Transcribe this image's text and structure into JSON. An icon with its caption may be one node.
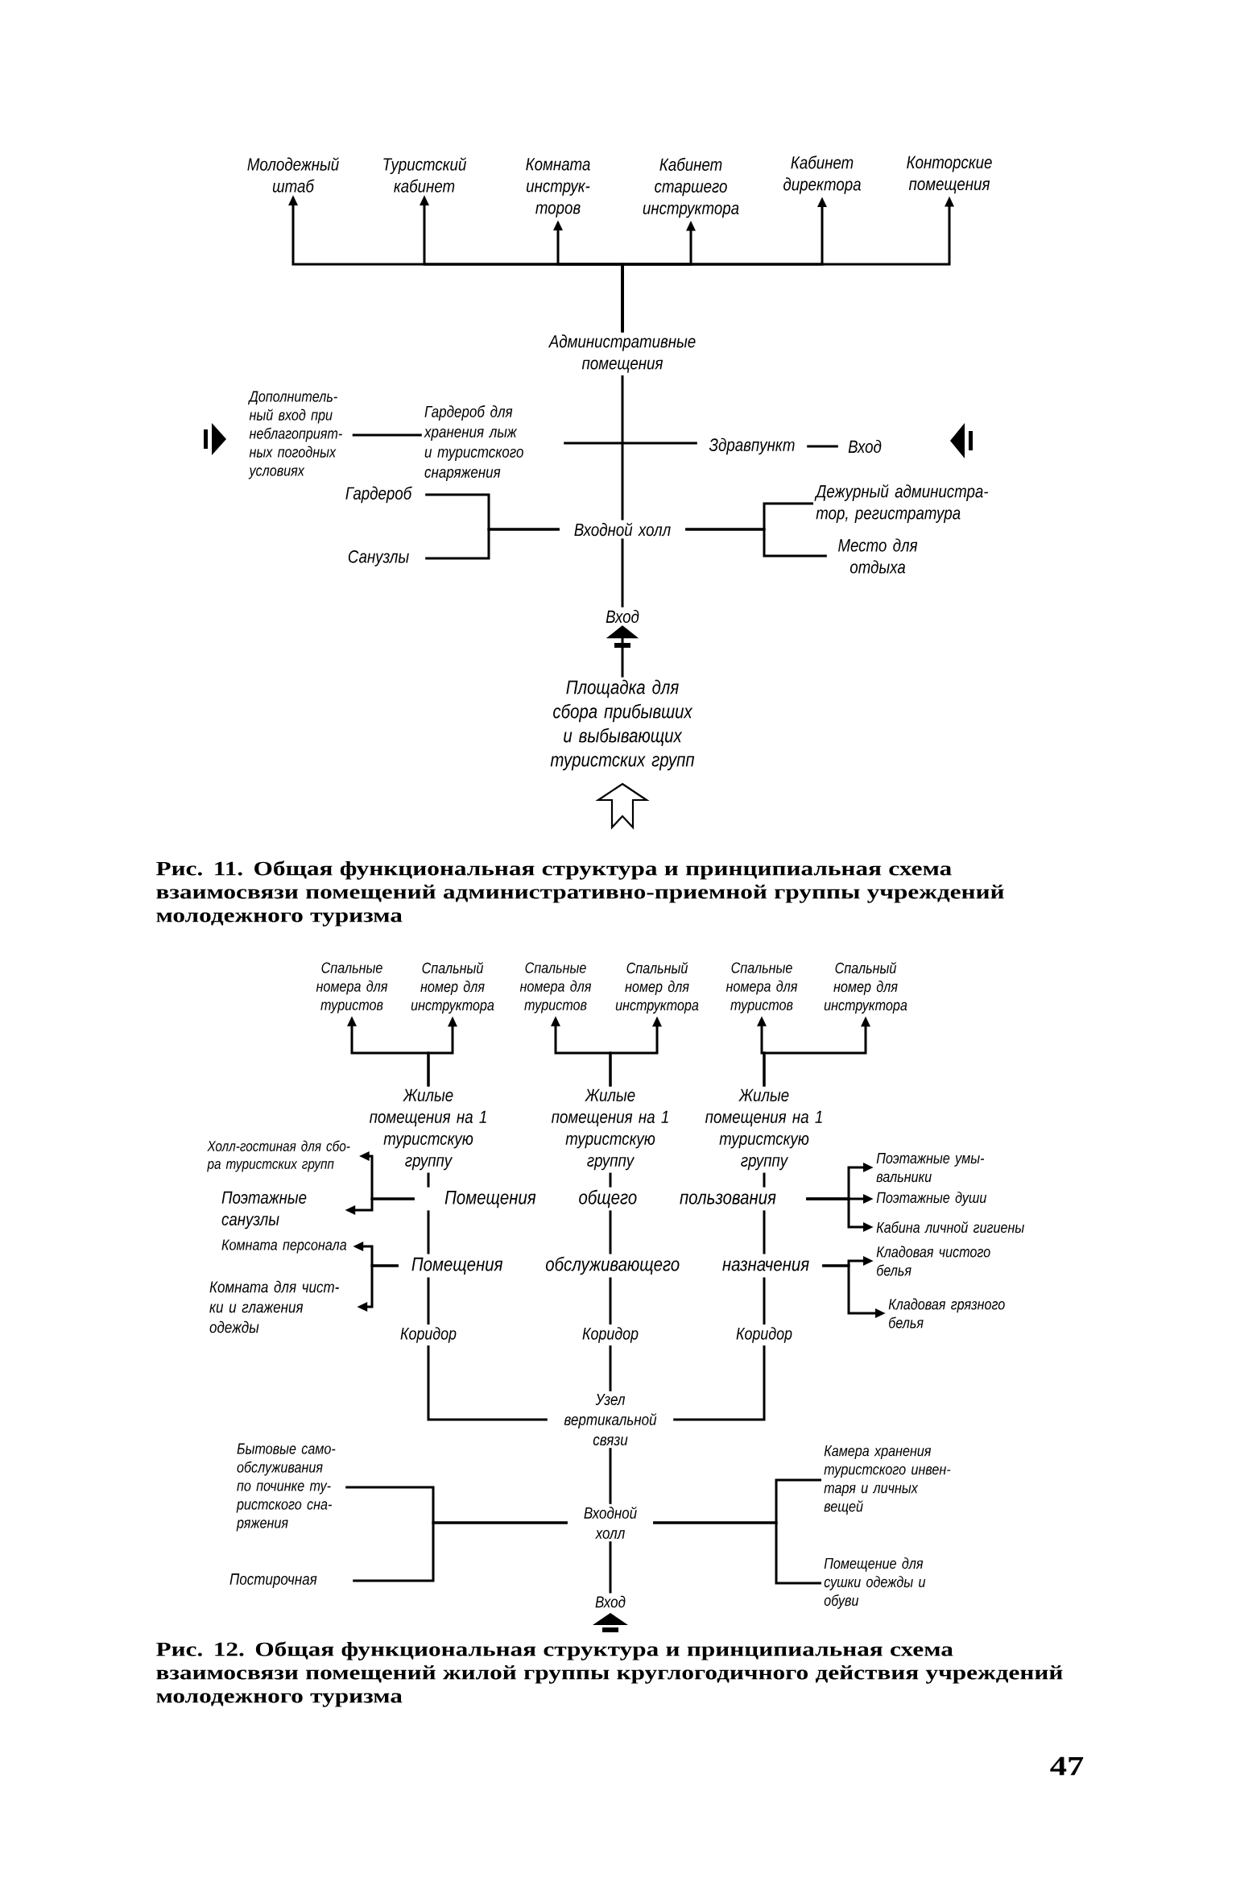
{
  "diagram": {
    "nodes": [
      {
        "text": [
          "Молодежный штаб"
        ]
      },
      {
        "text": [
          "Туристский кабинет"
        ]
      },
      {
        "text": [
          "Комната инструк- торов"
        ]
      },
      {
        "text": [
          "Кабинет старшего инструктора"
        ]
      },
      {
        "text": [
          "Кабинет директора"
        ]
      },
      {
        "text": [
          "Конторские помещения"
        ]
      },
      {
        "text": [
          "Административные помещения"
        ]
      },
      {
        "text": [
          "Дополнитель- ный вход при неблагоприят- ных погодных условиях"
        ]
      },
      {
        "text": [
          "Гардероб для хранения лыж и туристского снаряжения"
        ]
      },
      {
        "text": [
          "Здравпункт"
        ]
      },
      {
        "text": [
          "Вход"
        ]
      },
      {
        "text": [
          "Гардероб"
        ]
      },
      {
        "text": [
          "Санузлы"
        ]
      },
      {
        "text": [
          "Входной холл"
        ]
      },
      {
        "text": [
          "Дежурный администра- тор, регистратура"
        ]
      },
      {
        "text": [
          "Место для отдыха"
        ]
      },
      {
        "text": [
          "Вход"
        ]
      },
      {
        "text": [
          "Площадка для сбора прибывших и выбывающих туристских групп"
        ]
      },
      {
        "text": [
          "Спальные номера для туристов"
        ]
      },
      {
        "text": [
          "Спальный номер для инструктора"
        ]
      },
      {
        "text": [
          "Спальные номера для туристов"
        ]
      },
      {
        "text": [
          "Спальный номер для инструктора"
        ]
      },
      {
        "text": [
          "Спальные номера для туристов"
        ]
      },
      {
        "text": [
          "Спальный номер для инструктора"
        ]
      },
      {
        "text": [
          "Жилые помещения на 1 туристскую группу"
        ]
      },
      {
        "text": [
          "Жилые помещения на 1 туристскую группу"
        ]
      },
      {
        "text": [
          "Жилые помещения на 1 туристскую группу"
        ]
      },
      {
        "text": [
          "Помещения общего пользования"
        ]
      },
      {
        "text": [
          "Помещения обслуживающего назначения"
        ]
      },
      {
        "text": [
          "Коридор"
        ]
      },
      {
        "text": [
          "Коридор"
        ]
      },
      {
        "text": [
          "Коридор"
        ]
      },
      {
        "text": [
          "Узел вертикальной связи"
        ]
      },
      {
        "text": [
          "Холл-гостиная для сбо- ра туристских групп"
        ]
      },
      {
        "text": [
          "Поэтажные санузлы"
        ]
      },
      {
        "text": [
          "Комната персонала"
        ]
      },
      {
        "text": [
          "Комната для чист- ки и глажения одежды"
        ]
      },
      {
        "text": [
          "Поэтажные умы- вальники"
        ]
      },
      {
        "text": [
          "Поэтажные души"
        ]
      },
      {
        "text": [
          "Кабина личной гигиены"
        ]
      },
      {
        "text": [
          "Кладовая чистого белья"
        ]
      },
      {
        "text": [
          "Кладовая грязного белья"
        ]
      },
      {
        "text": [
          "Бытовые само- обслуживания по починке ту- ристского сна- ряжения"
        ]
      },
      {
        "text": [
          "Постирочная"
        ]
      },
      {
        "text": [
          "Входной холл"
        ]
      },
      {
        "text": [
          "Камера хранения туристского инвен- таря и личных вещей"
        ]
      },
      {
        "text": [
          "Помещение для сушки одежды и обуви"
        ]
      },
      {
        "text": [
          "Вход"
        ]
      }
    ],
    "edges": [
      {
        "from": 6,
        "to": 0,
        "arrow": "to"
      },
      {
        "from": 6,
        "to": 1,
        "arrow": "to"
      },
      {
        "from": 6,
        "to": 2,
        "arrow": "to"
      },
      {
        "from": 6,
        "to": 3,
        "arrow": "to"
      },
      {
        "from": 6,
        "to": 4,
        "arrow": "to"
      },
      {
        "from": 6,
        "to": 5,
        "arrow": "to"
      },
      {
        "from": 6,
        "to": 13,
        "arrow": "none"
      },
      {
        "from": 7,
        "to": 8,
        "arrow": "none"
      },
      {
        "from": 8,
        "to": 9,
        "arrow": "none"
      },
      {
        "from": 9,
        "to": 10,
        "arrow": "none"
      },
      {
        "from": 13,
        "to": 11,
        "arrow": "none"
      },
      {
        "from": 13,
        "to": 12,
        "arrow": "none"
      },
      {
        "from": 13,
        "to": 14,
        "arrow": "none"
      },
      {
        "from": 13,
        "to": 15,
        "arrow": "none"
      },
      {
        "from": 13,
        "to": 16,
        "arrow": "none"
      },
      {
        "from": 17,
        "to": 16,
        "arrow": "to"
      },
      {
        "from": 24,
        "to": 18,
        "arrow": "to"
      },
      {
        "from": 24,
        "to": 19,
        "arrow": "to"
      },
      {
        "from": 25,
        "to": 20,
        "arrow": "to"
      },
      {
        "from": 25,
        "to": 21,
        "arrow": "to"
      },
      {
        "from": 26,
        "to": 22,
        "arrow": "to"
      },
      {
        "from": 26,
        "to": 23,
        "arrow": "to"
      },
      {
        "from": 24,
        "to": 27,
        "arrow": "none"
      },
      {
        "from": 25,
        "to": 27,
        "arrow": "none"
      },
      {
        "from": 26,
        "to": 27,
        "arrow": "none"
      },
      {
        "from": 27,
        "to": 28,
        "arrow": "none"
      },
      {
        "from": 27,
        "to": 28,
        "arrow": "none"
      },
      {
        "from": 27,
        "to": 28,
        "arrow": "none"
      },
      {
        "from": 28,
        "to": 29,
        "arrow": "none"
      },
      {
        "from": 28,
        "to": 30,
        "arrow": "none"
      },
      {
        "from": 28,
        "to": 31,
        "arrow": "none"
      },
      {
        "from": 29,
        "to": 32,
        "arrow": "none"
      },
      {
        "from": 30,
        "to": 32,
        "arrow": "none"
      },
      {
        "from": 31,
        "to": 32,
        "arrow": "none"
      },
      {
        "from": 27,
        "to": 33,
        "arrow": "to"
      },
      {
        "from": 27,
        "to": 34,
        "arrow": "to"
      },
      {
        "from": 28,
        "to": 35,
        "arrow": "to"
      },
      {
        "from": 28,
        "to": 36,
        "arrow": "to"
      },
      {
        "from": 27,
        "to": 37,
        "arrow": "to"
      },
      {
        "from": 27,
        "to": 38,
        "arrow": "to"
      },
      {
        "from": 27,
        "to": 39,
        "arrow": "to"
      },
      {
        "from": 28,
        "to": 40,
        "arrow": "to"
      },
      {
        "from": 28,
        "to": 41,
        "arrow": "to"
      },
      {
        "from": 32,
        "to": 44,
        "arrow": "none"
      },
      {
        "from": 44,
        "to": 42,
        "arrow": "none"
      },
      {
        "from": 44,
        "to": 43,
        "arrow": "none"
      },
      {
        "from": 44,
        "to": 45,
        "arrow": "none"
      },
      {
        "from": 44,
        "to": 46,
        "arrow": "none"
      },
      {
        "from": 44,
        "to": 47,
        "arrow": "none"
      }
    ],
    "labels": [
      "Рис. 11. Общая функциональная структура и принципиальная схема взаимосвязи помещений административно-приемной группы учреждений молодежного туризма",
      "Рис. 12. Общая функциональная структура и принципиальная схема взаимосвязи помещений жилой группы круглогодичного действия учреждений молодежного туризма",
      "47"
    ]
  }
}
